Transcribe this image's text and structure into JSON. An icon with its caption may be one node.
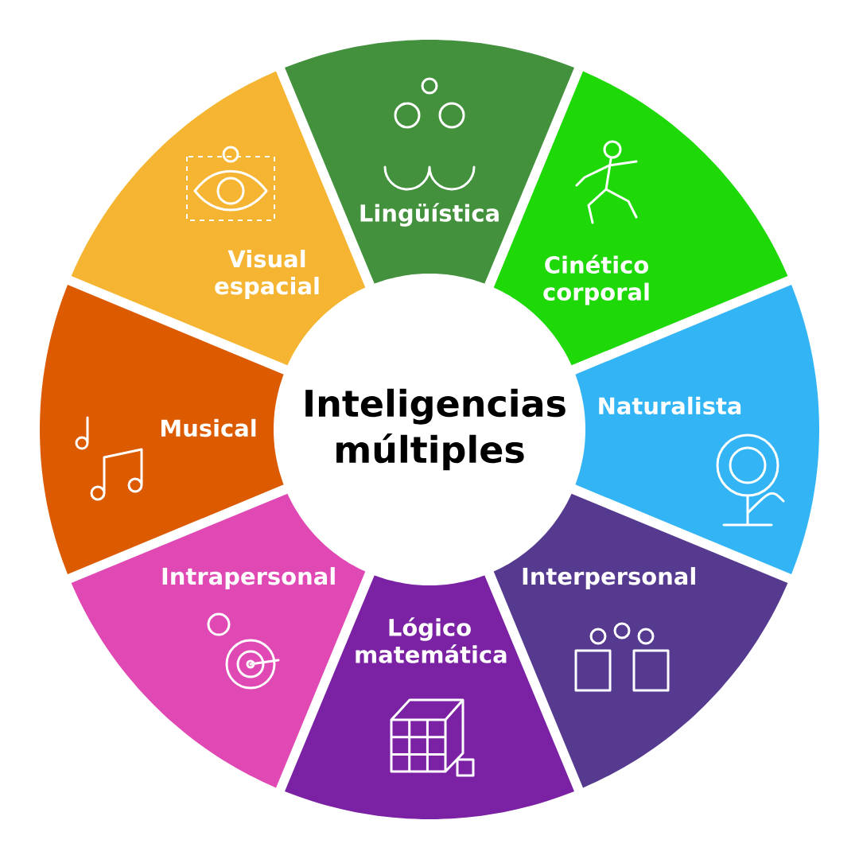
{
  "diagram": {
    "nodes": [
      {
        "text": [
          "Inteligencias múltiples"
        ]
      },
      {
        "text": [
          "Lingüística"
        ]
      },
      {
        "text": [
          "Cinético corporal"
        ]
      },
      {
        "text": [
          "Naturalista"
        ]
      },
      {
        "text": [
          "Interpersonal"
        ]
      },
      {
        "text": [
          "Lógico matemática"
        ]
      },
      {
        "text": [
          "Intrapersonal"
        ]
      },
      {
        "text": [
          "Musical"
        ]
      },
      {
        "text": [
          "Visual espacial"
        ]
      }
    ]
  }
}
